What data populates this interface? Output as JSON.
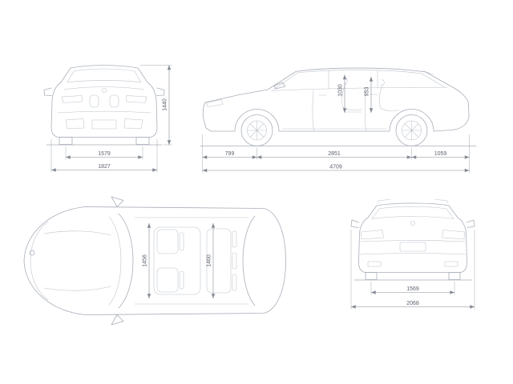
{
  "colors": {
    "car_line": "#a9afb9",
    "detail_line": "#bcc1c9",
    "dimension_line": "#858b95",
    "label_text": "#5c626c",
    "background": "#ffffff"
  },
  "views": {
    "front": {
      "track_width": "1579",
      "overall_width": "1827",
      "overall_height": "1440"
    },
    "side": {
      "front_overhang": "799",
      "wheelbase": "2851",
      "rear_overhang": "1059",
      "overall_length": "4709",
      "front_interior_height": "1030",
      "rear_interior_height": "953"
    },
    "top": {
      "front_interior_width": "1456",
      "rear_interior_width": "1460"
    },
    "rear": {
      "track_width": "1569",
      "overall_width_with_mirrors": "2068"
    }
  }
}
